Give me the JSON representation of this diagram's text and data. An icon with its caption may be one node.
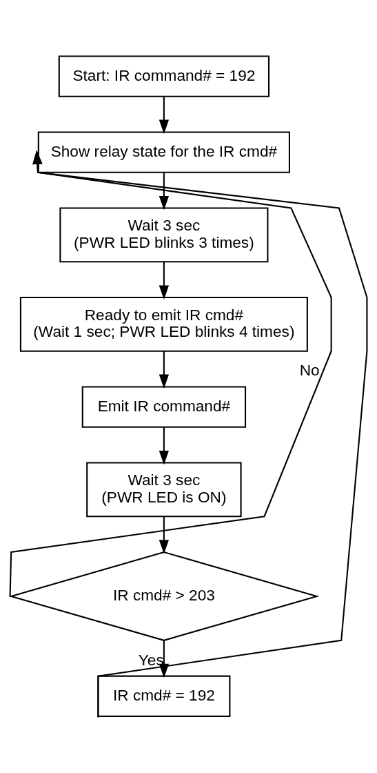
{
  "diagram": {
    "nodes": [
      {
        "text": [
          "Start: IR command# = 192"
        ]
      },
      {
        "text": [
          "Show relay state for the IR cmd#"
        ]
      },
      {
        "text": [
          "Wait 3 sec (PWR LED blinks 3 times)"
        ]
      },
      {
        "text": [
          "Ready to emit IR cmd# (Wait 1 sec; PWR LED blinks 4 times)"
        ]
      },
      {
        "text": [
          "Emit IR command#"
        ]
      },
      {
        "text": [
          "Wait 3 sec (PWR LED is ON)"
        ]
      },
      {
        "text": [
          "IR cmd# > 203"
        ]
      },
      {
        "text": [
          "IR cmd# = 192"
        ]
      }
    ],
    "edges": [
      {
        "from": 0,
        "to": 1,
        "arrow": "to"
      },
      {
        "from": 1,
        "to": 2,
        "arrow": "to"
      },
      {
        "from": 2,
        "to": 3,
        "arrow": "to"
      },
      {
        "from": 3,
        "to": 4,
        "arrow": "to"
      },
      {
        "from": 4,
        "to": 5,
        "arrow": "to"
      },
      {
        "from": 5,
        "to": 6,
        "arrow": "to"
      },
      {
        "from": 6,
        "to": 1,
        "arrow": "to",
        "label": "No"
      },
      {
        "from": 6,
        "to": 7,
        "arrow": "to",
        "label": "Yes"
      },
      {
        "from": 7,
        "to": 1,
        "arrow": "to"
      }
    ]
  }
}
